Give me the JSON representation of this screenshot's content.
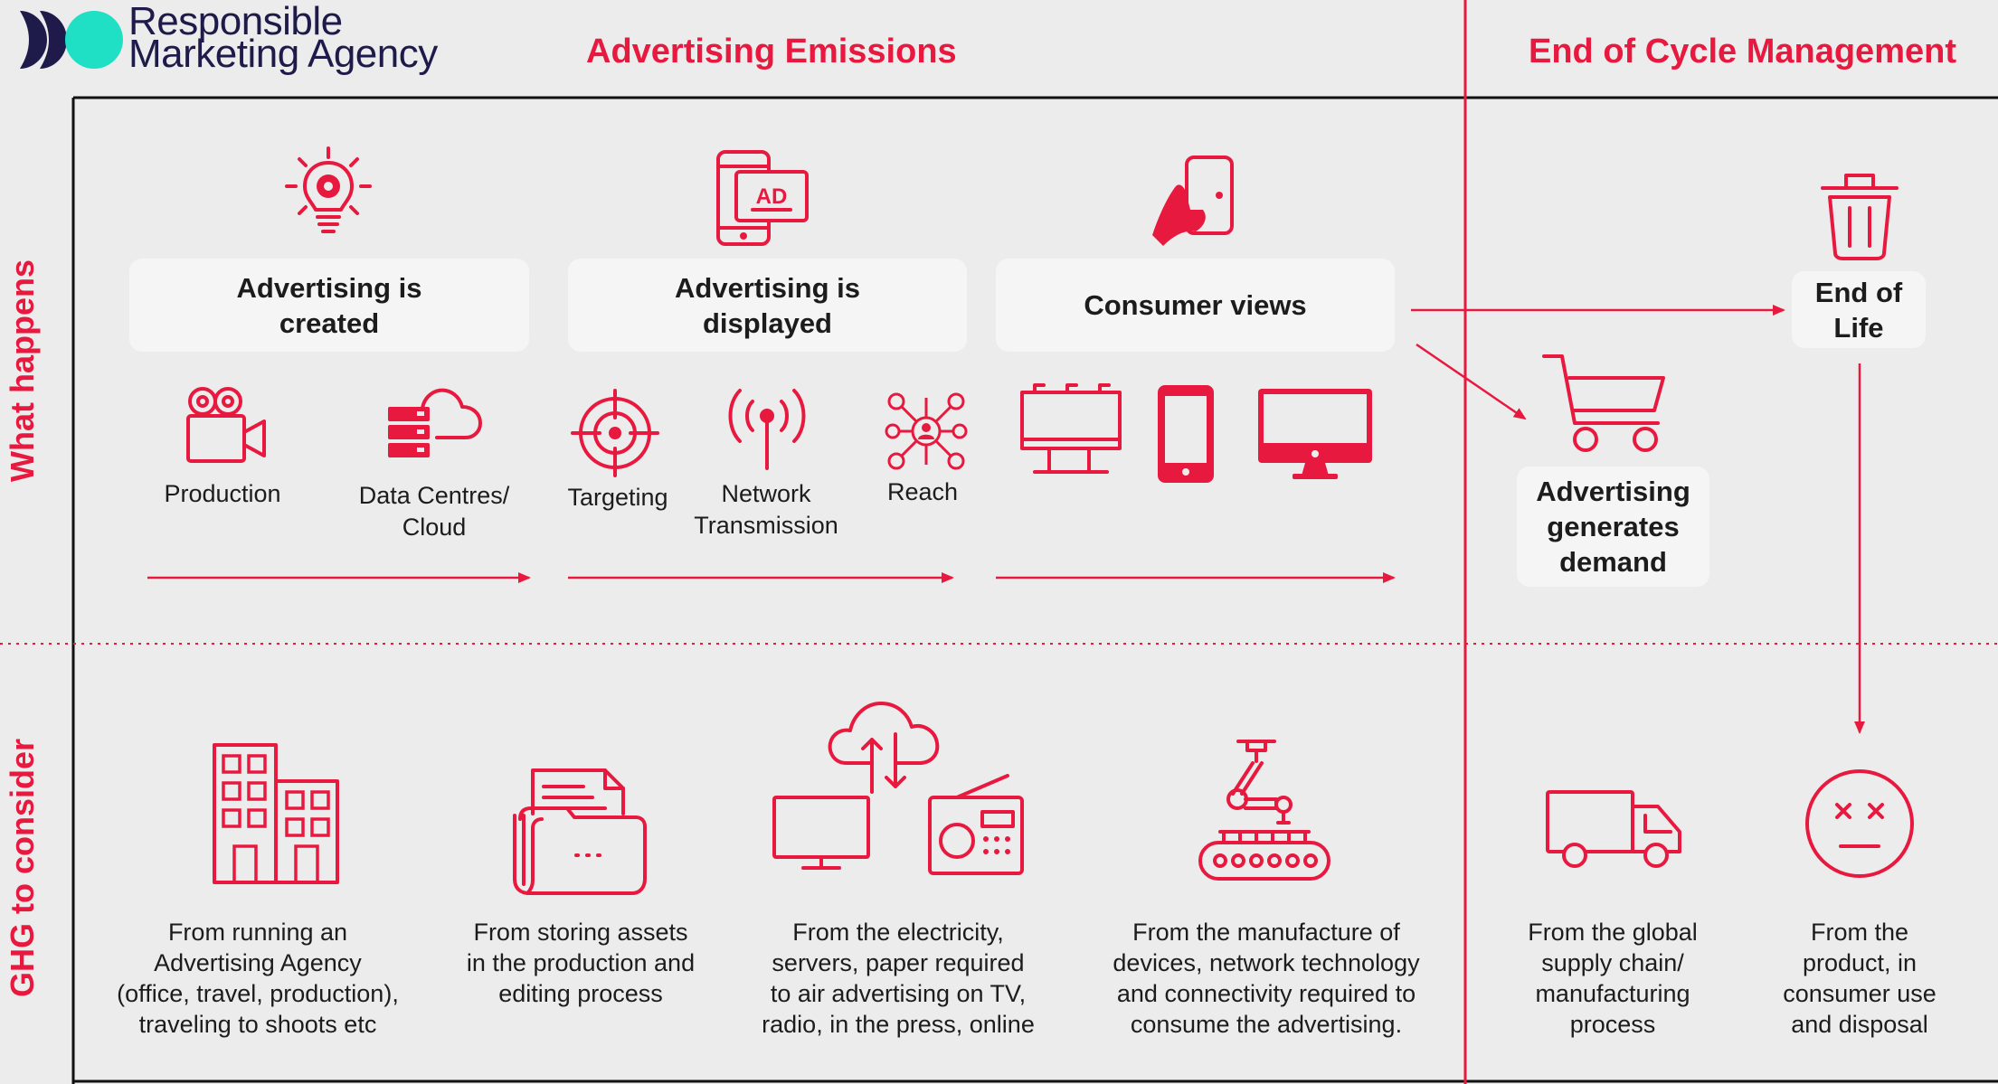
{
  "brand": {
    "name_line1": "Responsible",
    "name_line2": "Marketing Agency"
  },
  "sections": {
    "advertising_emissions": "Advertising Emissions",
    "end_of_cycle": "End of Cycle Management"
  },
  "rows": {
    "what_happens": "What happens",
    "ghg": "GHG to consider"
  },
  "stages": {
    "created": "Advertising is\ncreated",
    "displayed": "Advertising is\ndisplayed",
    "consumer_views": "Consumer views",
    "end_of_life": "End of\nLife",
    "generates_demand": "Advertising\ngenerates\ndemand"
  },
  "sub_labels": {
    "production": "Production",
    "data_centres": "Data Centres/\nCloud",
    "targeting": "Targeting",
    "network": "Network\nTransmission",
    "reach": "Reach"
  },
  "ghg_items": {
    "agency": "From running an\nAdvertising Agency\n(office, travel, production),\ntraveling to shoots etc",
    "storing": "From storing assets\nin the production and\nediting process",
    "electricity": "From the electricity,\nservers, paper required\nto air advertising on TV,\nradio, in the press, online",
    "manufacture": "From the manufacture of\ndevices, network technology\nand connectivity required to\nconsume the advertising.",
    "supply_chain": "From the global\nsupply chain/\nmanufacturing\nprocess",
    "disposal": "From the\nproduct, in\nconsumer use\nand disposal"
  },
  "ad_screen_text": "AD",
  "colors": {
    "accent": "#e8193f",
    "brand_navy": "#1e1b4b",
    "brand_teal": "#1fe0c4",
    "background": "#ececec"
  }
}
